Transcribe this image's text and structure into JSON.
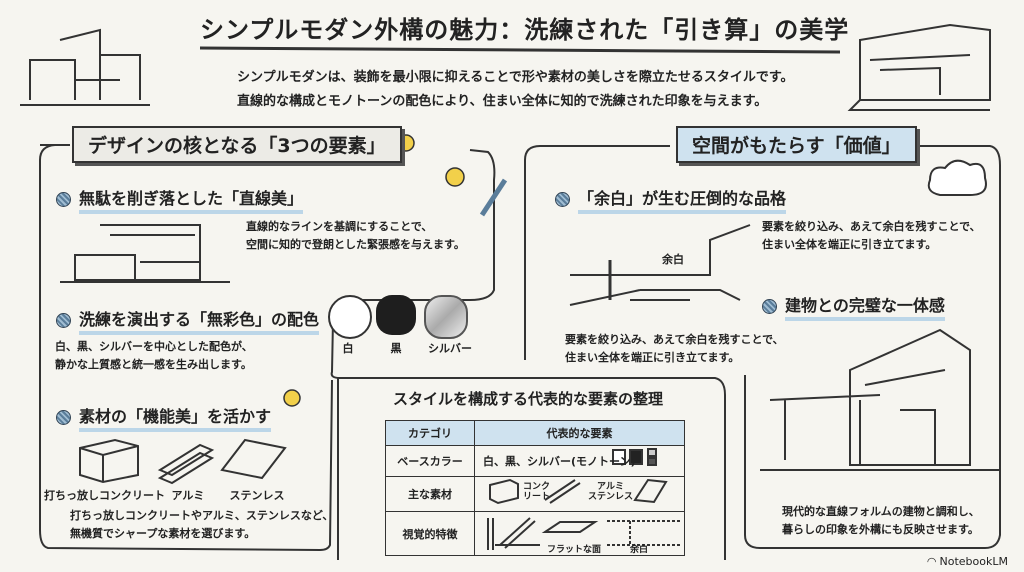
{
  "title": "シンプルモダン外構の魅力：洗練された「引き算」の美学",
  "intro": [
    "シンプルモダンは、装飾を最小限に抑えることで形や素材の美しさを際立たせるスタイルです。",
    "直線的な構成とモノトーンの配色により、住まい全体に知的で洗練された印象を与えます。"
  ],
  "left": {
    "header": "デザインの核となる「3つの要素」",
    "items": [
      {
        "title": "無駄を削ぎ落とした「直線美」",
        "desc": [
          "直線的なラインを基調にすることで、",
          "空間に知的で登朗とした緊張感を与えます。"
        ]
      },
      {
        "title": "洗練を演出する「無彩色」の配色",
        "desc": [
          "白、黒、シルバーを中心とした配色が、",
          "静かな上質感と統一感を生み出します。"
        ],
        "colors": [
          {
            "label": "白",
            "hex": "#ffffff"
          },
          {
            "label": "黒",
            "hex": "#1e1e1e"
          },
          {
            "label": "シルバー",
            "hex": "#c8c8c8"
          }
        ]
      },
      {
        "title": "素材の「機能美」を活かす",
        "materials": [
          "打ちっ放しコンクリート",
          "アルミ",
          "ステンレス"
        ],
        "desc": [
          "打ちっ放しコンクリートやアルミ、ステンレスなど、",
          "無機質でシャープな素材を選びます。"
        ]
      }
    ]
  },
  "right": {
    "header": "空間がもたらす「価値」",
    "items": [
      {
        "title": "「余白」が生む圧倒的な品格",
        "image_label": "余白",
        "desc": [
          "要素を絞り込み、あえて余白を残すことで、",
          "住まい全体を端正に引き立てます。"
        ],
        "desc2": [
          "要素を絞り込み、あえて余白を残すことで、",
          "住まい全体を端正に引き立てます。"
        ]
      },
      {
        "title": "建物との完璧な一体感",
        "desc": [
          "現代的な直線フォルムの建物と調和し、",
          "暮らしの印象を外構にも反映させます。"
        ]
      }
    ]
  },
  "table": {
    "title": "スタイルを構成する代表的な要素の整理",
    "headers": [
      "カテゴリ",
      "代表的な要素"
    ],
    "rows": [
      {
        "category": "ベースカラー",
        "value": "白、黒、シルバー(モノトーン)"
      },
      {
        "category": "主な素材",
        "items": [
          "コンク\nリート",
          "アルミ\nステンレス"
        ]
      },
      {
        "category": "視覚的特徴",
        "items": [
          "フラットな面",
          "余白"
        ]
      }
    ]
  },
  "footer": {
    "brand": "NotebookLM"
  },
  "colors": {
    "accent": "#cfe2ef",
    "underline": "#bcd6e8",
    "bulb": "#f2d04a"
  }
}
